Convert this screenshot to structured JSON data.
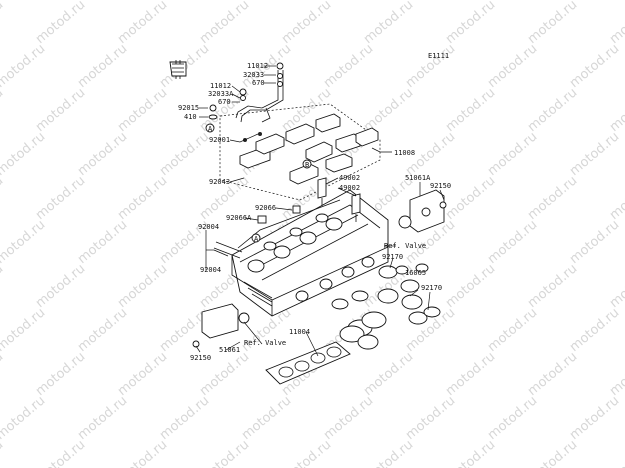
{
  "diagram_id": "E1111",
  "watermark_text": "motod.ru",
  "callouts": {
    "c1": "11012",
    "c2": "32033",
    "c3": "670",
    "c4": "11012",
    "c5": "32033A",
    "c6": "670",
    "c7": "92015",
    "c8": "410",
    "c9": "A",
    "c10": "92001",
    "c11": "11008",
    "c12": "B",
    "c13": "49002",
    "c14": "49002",
    "c15": "92043",
    "c16": "51061A",
    "c17": "92150",
    "c18": "92066",
    "c19": "92066A",
    "c20": "92004",
    "c21": "A",
    "c22": "Ref. Valve",
    "c23": "92004",
    "c24": "92170",
    "c25": "16065",
    "c26": "92170",
    "c27": "11004",
    "c28": "Ref. Valve",
    "c29": "51061",
    "c30": "92150"
  }
}
